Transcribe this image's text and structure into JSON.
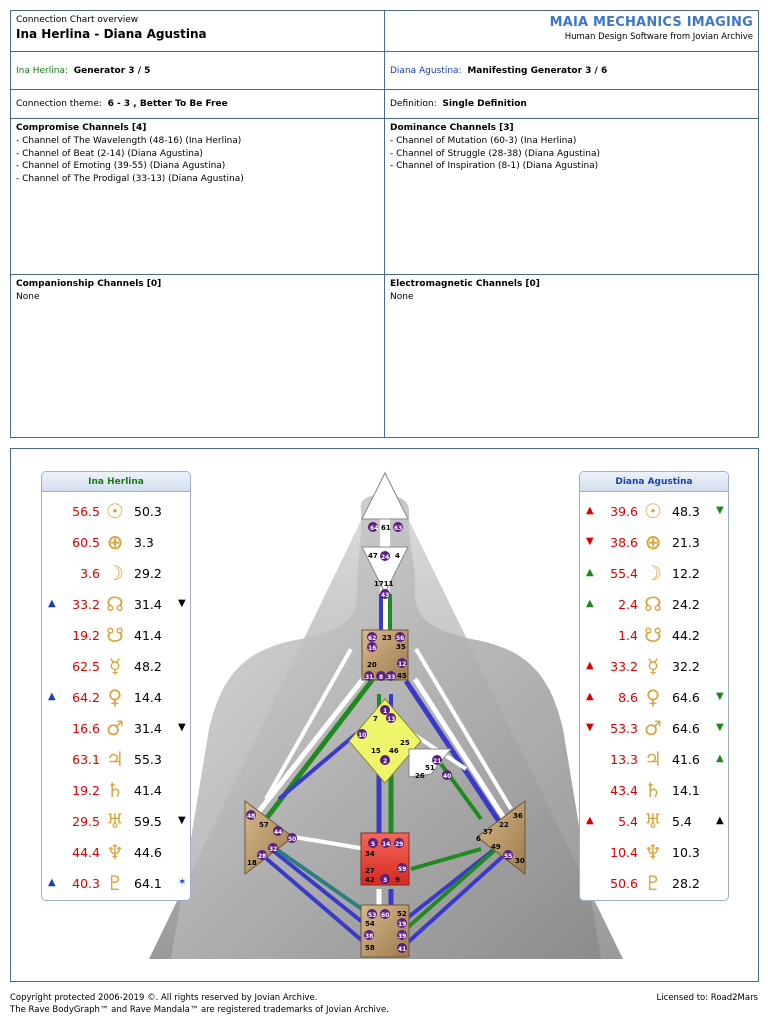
{
  "header": {
    "overview_label": "Connection Chart overview",
    "names": "Ina Herlina - Diana Agustina",
    "brand": "MAIA MECHANICS IMAGING",
    "brand_sub": "Human Design Software from Jovian Archive"
  },
  "person1": {
    "name": "Ina Herlina:",
    "type": "Generator 3 / 5"
  },
  "person2": {
    "name": "Diana Agustina:",
    "type": "Manifesting Generator 3 / 6"
  },
  "theme": {
    "label": "Connection theme:",
    "value": "6 - 3 , Better To Be Free"
  },
  "definition": {
    "label": "Definition:",
    "value": "Single Definition"
  },
  "compromise": {
    "title": "Compromise Channels [4]",
    "items": [
      "- Channel of The Wavelength (48-16) (Ina Herlina)",
      "- Channel of Beat (2-14) (Diana Agustina)",
      "- Channel of Emoting (39-55) (Diana Agustina)",
      "- Channel of The Prodigal (33-13) (Diana Agustina)"
    ]
  },
  "dominance": {
    "title": "Dominance Channels [3]",
    "items": [
      "- Channel of Mutation (60-3) (Ina Herlina)",
      "- Channel of Struggle (28-38) (Diana Agustina)",
      "- Channel of Inspiration (8-1) (Diana Agustina)"
    ]
  },
  "companionship": {
    "title": "Companionship Channels [0]",
    "text": "None"
  },
  "electromagnetic": {
    "title": "Electromagnetic Channels [0]",
    "text": "None"
  },
  "panel_left": {
    "name": "Ina Herlina",
    "rows": [
      {
        "a": "",
        "l": "56.5",
        "p": "☉",
        "r": "50.3",
        "b": ""
      },
      {
        "a": "",
        "l": "60.5",
        "p": "⊕",
        "r": "3.3",
        "b": ""
      },
      {
        "a": "",
        "l": "3.6",
        "p": "☽",
        "r": "29.2",
        "b": ""
      },
      {
        "a": "▲",
        "l": "33.2",
        "p": "☊",
        "r": "31.4",
        "b": "▼"
      },
      {
        "a": "",
        "l": "19.2",
        "p": "☋",
        "r": "41.4",
        "b": ""
      },
      {
        "a": "",
        "l": "62.5",
        "p": "☿",
        "r": "48.2",
        "b": ""
      },
      {
        "a": "▲",
        "l": "64.2",
        "p": "♀",
        "r": "14.4",
        "b": ""
      },
      {
        "a": "",
        "l": "16.6",
        "p": "♂",
        "r": "31.4",
        "b": "▼"
      },
      {
        "a": "",
        "l": "63.1",
        "p": "♃",
        "r": "55.3",
        "b": ""
      },
      {
        "a": "",
        "l": "19.2",
        "p": "♄",
        "r": "41.4",
        "b": ""
      },
      {
        "a": "",
        "l": "29.5",
        "p": "♅",
        "r": "59.5",
        "b": "▼"
      },
      {
        "a": "",
        "l": "44.4",
        "p": "♆",
        "r": "44.6",
        "b": ""
      },
      {
        "a": "▲",
        "l": "40.3",
        "p": "♇",
        "r": "64.1",
        "b": "✶"
      }
    ]
  },
  "panel_right": {
    "name": "Diana Agustina",
    "rows": [
      {
        "a": "▲",
        "l": "39.6",
        "p": "☉",
        "r": "48.3",
        "b": "▼"
      },
      {
        "a": "▼",
        "l": "38.6",
        "p": "⊕",
        "r": "21.3",
        "b": ""
      },
      {
        "a": "▲",
        "l": "55.4",
        "p": "☽",
        "r": "12.2",
        "b": ""
      },
      {
        "a": "▲",
        "l": "2.4",
        "p": "☊",
        "r": "24.2",
        "b": ""
      },
      {
        "a": "",
        "l": "1.4",
        "p": "☋",
        "r": "44.2",
        "b": ""
      },
      {
        "a": "▲",
        "l": "33.2",
        "p": "☿",
        "r": "32.2",
        "b": ""
      },
      {
        "a": "▲",
        "l": "8.6",
        "p": "♀",
        "r": "64.6",
        "b": "▼"
      },
      {
        "a": "▼",
        "l": "53.3",
        "p": "♂",
        "r": "64.6",
        "b": "▼"
      },
      {
        "a": "",
        "l": "13.3",
        "p": "♃",
        "r": "41.6",
        "b": "▲"
      },
      {
        "a": "",
        "l": "43.4",
        "p": "♄",
        "r": "14.1",
        "b": ""
      },
      {
        "a": "▲",
        "l": "5.4",
        "p": "♅",
        "r": "5.4",
        "b": "▲"
      },
      {
        "a": "",
        "l": "10.4",
        "p": "♆",
        "r": "10.3",
        "b": ""
      },
      {
        "a": "",
        "l": "50.6",
        "p": "♇",
        "r": "28.2",
        "b": ""
      }
    ]
  },
  "colors": {
    "accent_blue": "#3d78c7",
    "person1_green": "#1a7a1a",
    "person2_blue": "#1a3fae",
    "red_value": "#d00",
    "planet_gold": "#d9a53d",
    "gate_purple": "#5a1f82",
    "channel_green": "#1f8a1f",
    "channel_blue": "#3a3ac8"
  },
  "footer": {
    "copyright1": "Copyright protected 2006-2019 ©. All rights reserved by Jovian Archive.",
    "copyright2": "The Rave BodyGraph™ and Rave Mandala™ are registered trademarks of Jovian Archive.",
    "license": "Licensed to: Road2Mars"
  }
}
